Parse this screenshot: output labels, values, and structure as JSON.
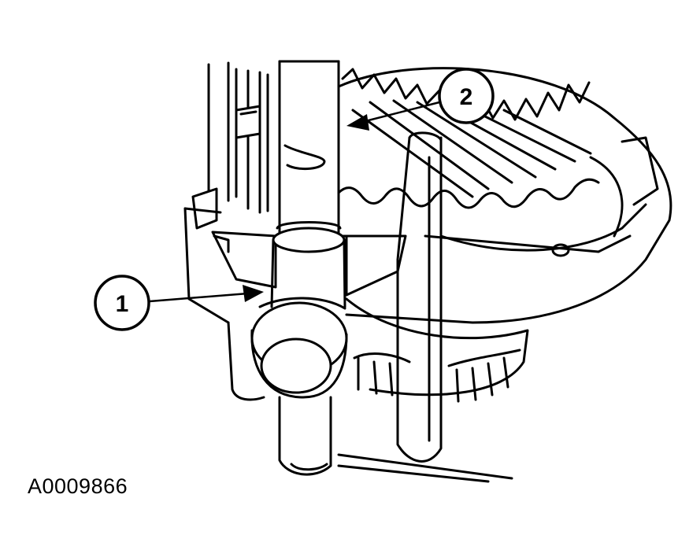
{
  "figure_id": "A0009866",
  "callouts": [
    {
      "number": "1"
    },
    {
      "number": "2"
    }
  ],
  "colors": {
    "line": "#000000",
    "fill": "#ffffff"
  }
}
